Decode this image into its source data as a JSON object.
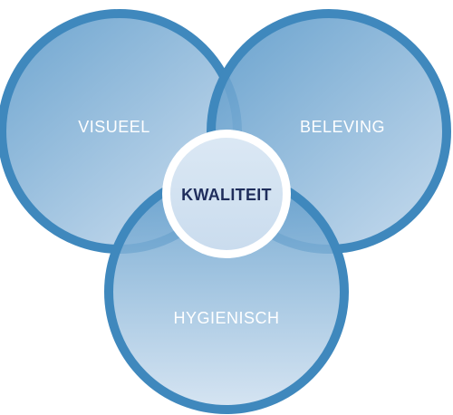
{
  "diagram": {
    "circles": [
      {
        "id": "visueel",
        "label": "VISUEEL"
      },
      {
        "id": "beleving",
        "label": "BELEVING"
      },
      {
        "id": "hygienisch",
        "label": "HYGIENISCH"
      }
    ],
    "center": {
      "label": "KWALITEIT"
    }
  },
  "colors": {
    "ring": "#3f88bd",
    "fill_dark": "#5e9bca",
    "fill_light": "#c2d8ec",
    "label_text": "#ffffff",
    "center_text": "#1f2d5c",
    "center_ring": "#ffffff",
    "center_fill": "#d4e4f2"
  }
}
